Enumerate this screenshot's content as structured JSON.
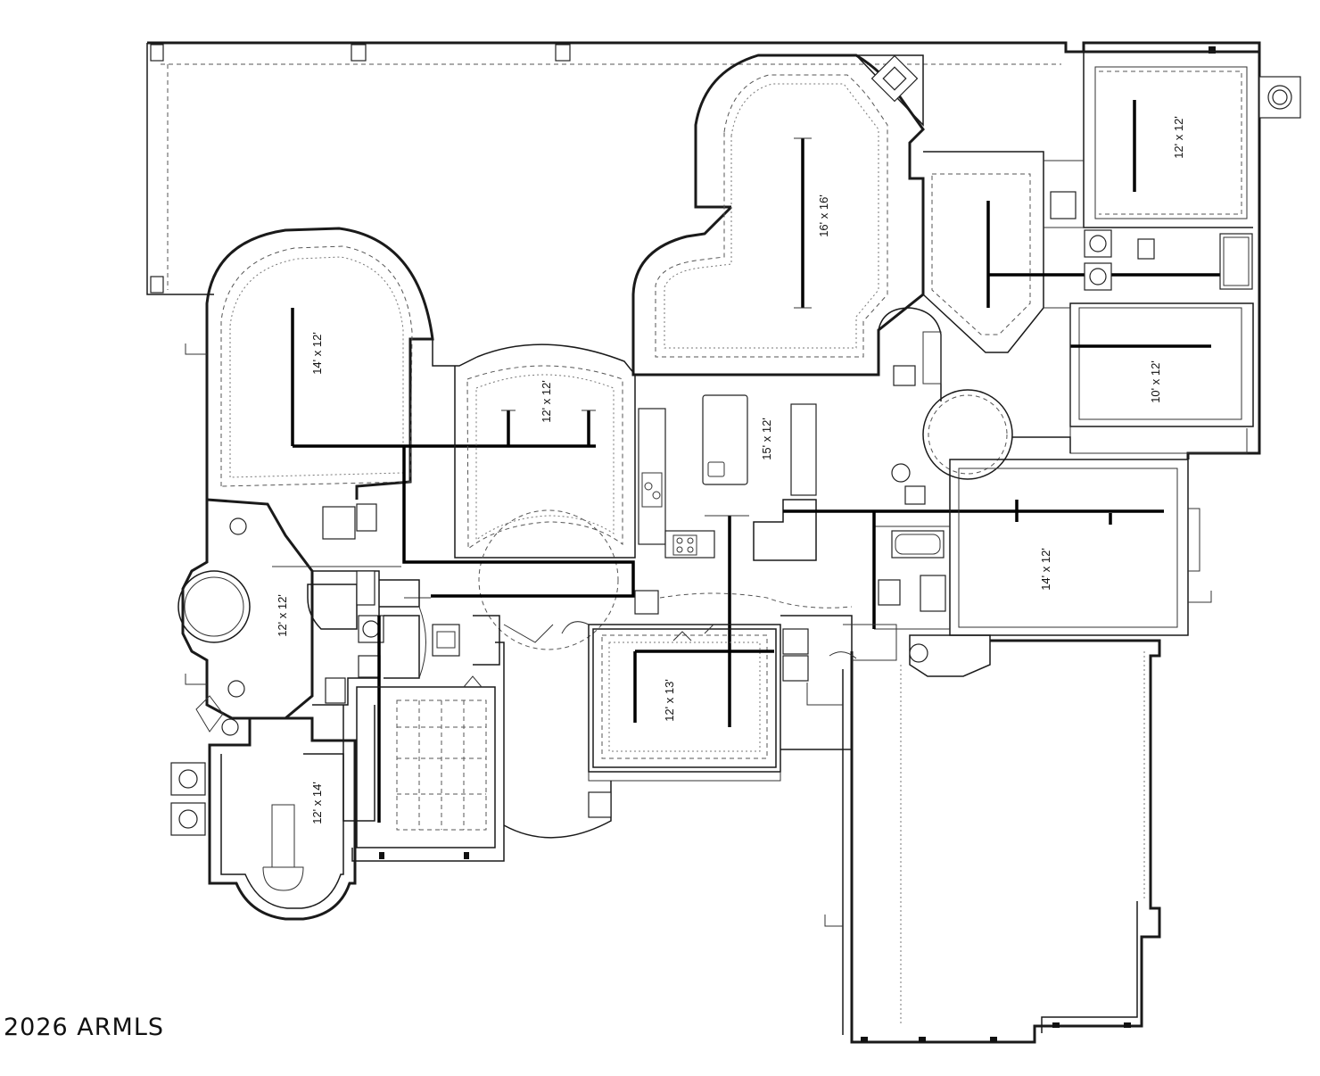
{
  "rooms": [
    {
      "id": "great-room",
      "label": "16' x 16'"
    },
    {
      "id": "bedroom-ne",
      "label": "12' x 12'"
    },
    {
      "id": "bedroom-e",
      "label": "10' x 12'"
    },
    {
      "id": "dining-round",
      "label": "14' x 12'"
    },
    {
      "id": "nook",
      "label": "12' x 12'"
    },
    {
      "id": "kitchen",
      "label": "15' x 12'"
    },
    {
      "id": "bedroom-se",
      "label": "14' x 12'"
    },
    {
      "id": "bedroom-w",
      "label": "12' x 12'"
    },
    {
      "id": "office",
      "label": "12' x 13'"
    },
    {
      "id": "den-sw",
      "label": "12' x 14'"
    }
  ],
  "copyright": "2026 ARMLS"
}
